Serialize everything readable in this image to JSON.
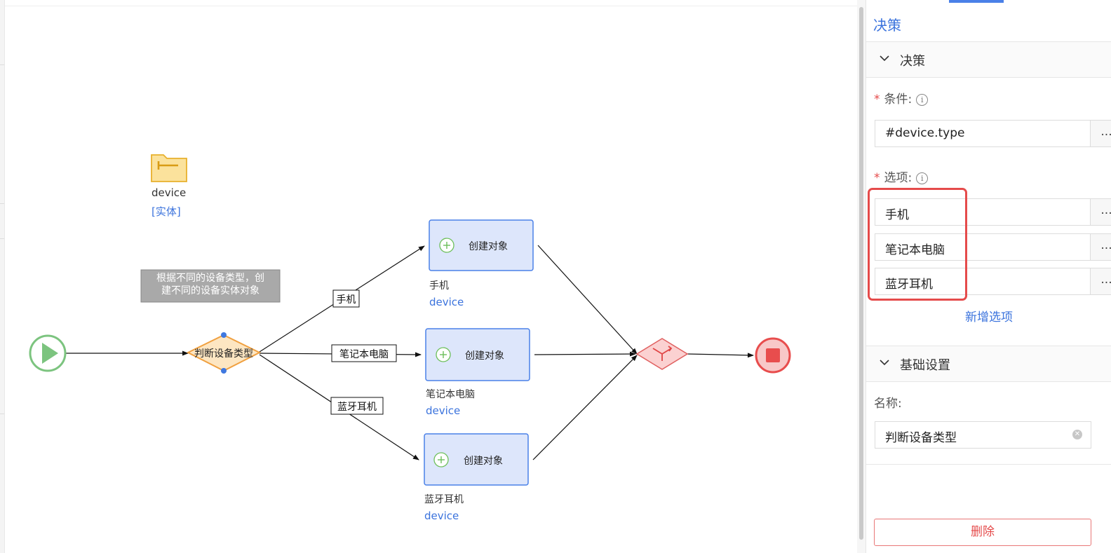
{
  "canvas": {
    "entity": {
      "name": "device",
      "tag": "[实体]"
    },
    "annotation": {
      "line1": "根据不同的设备类型，创",
      "line2": "建不同的设备实体对象"
    },
    "decision_node": {
      "label": "判断设备类型"
    },
    "edges": {
      "phone": "手机",
      "laptop": "笔记本电脑",
      "earbuds": "蓝牙耳机"
    },
    "tasks": [
      {
        "label": "创建对象",
        "name": "手机",
        "type": "device"
      },
      {
        "label": "创建对象",
        "name": "笔记本电脑",
        "type": "device"
      },
      {
        "label": "创建对象",
        "name": "蓝牙耳机",
        "type": "device"
      }
    ],
    "colors": {
      "start": "#7cc47f",
      "end": "#e84d4d",
      "merge": "#f0a0a0",
      "task_fill": "#dde6fb",
      "task_border": "#4a80e8",
      "decision_border": "#f0a040"
    }
  },
  "panel": {
    "title": "决策",
    "section_decision": "决策",
    "condition": {
      "label": "条件:",
      "value": "#device.type",
      "button": "..."
    },
    "options": {
      "label": "选项:",
      "items": [
        "手机",
        "笔记本电脑",
        "蓝牙耳机"
      ],
      "button": "...",
      "add": "新增选项"
    },
    "section_basic": "基础设置",
    "name": {
      "label": "名称:",
      "value": "判断设备类型"
    },
    "delete": "删除"
  }
}
